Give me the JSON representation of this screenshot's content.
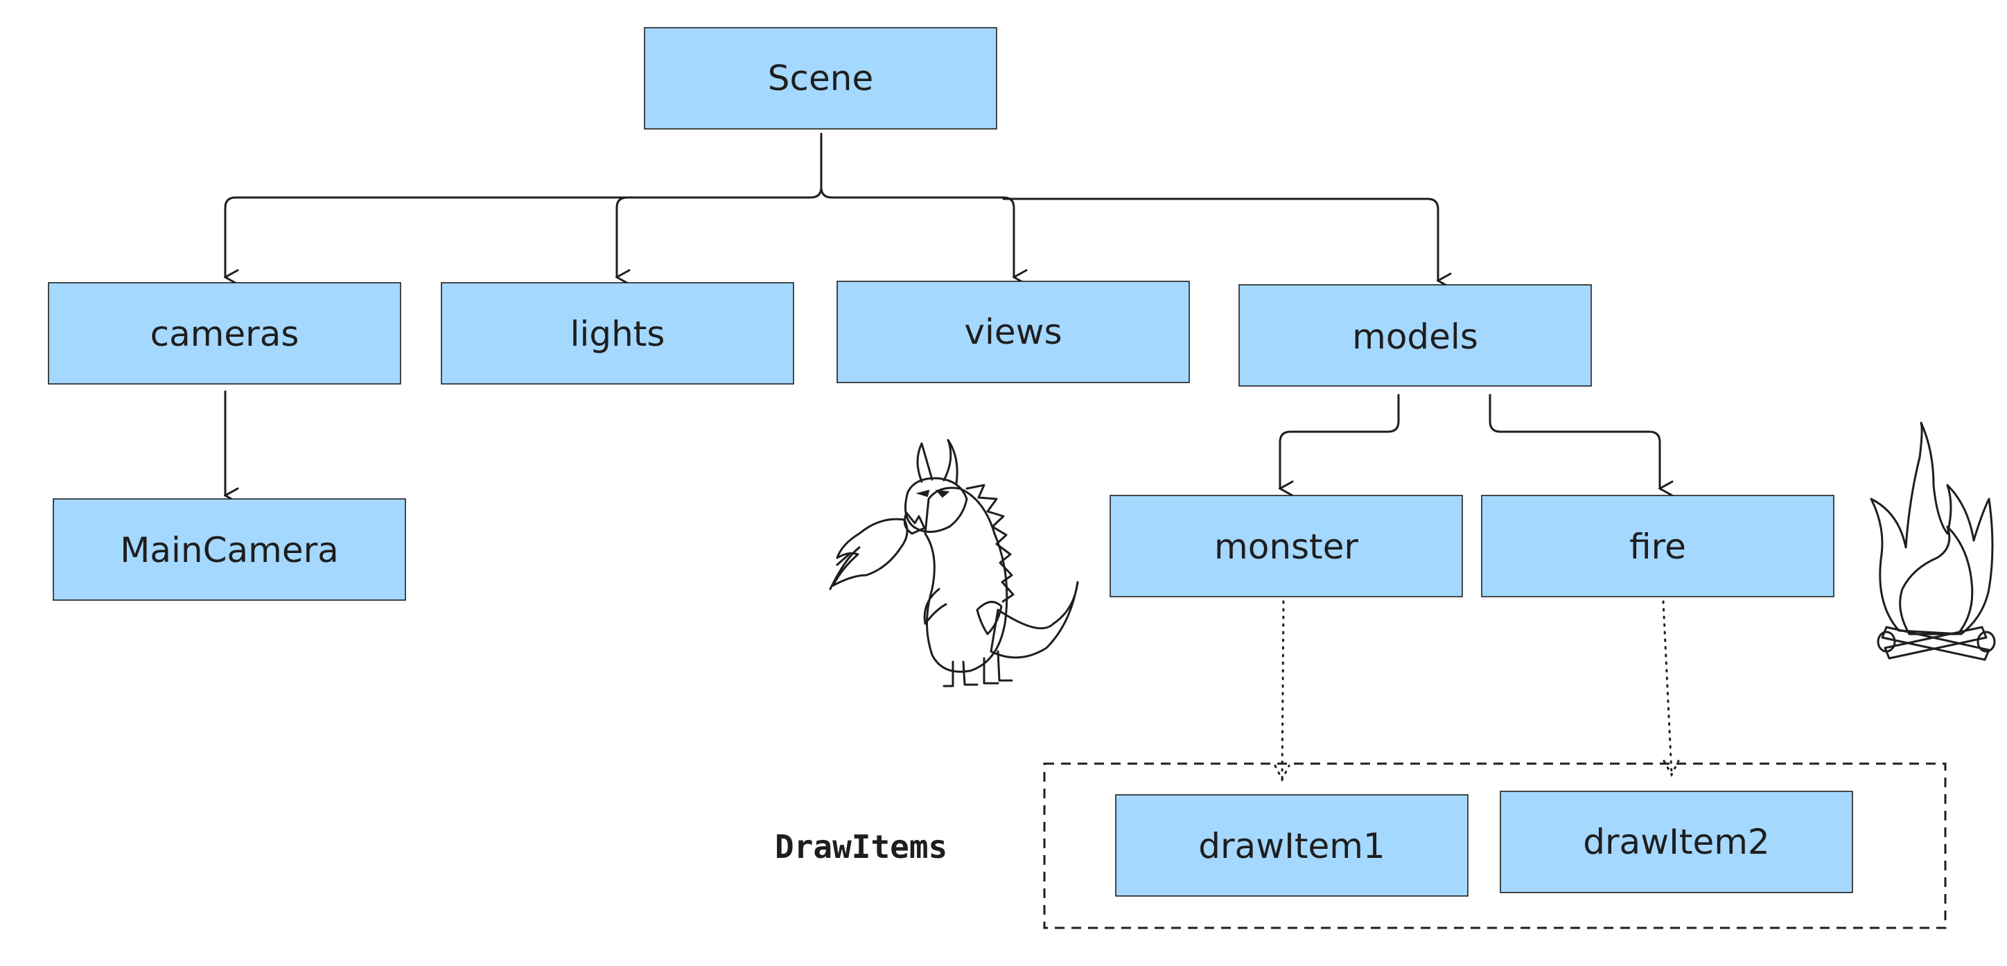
{
  "nodes": {
    "scene": "Scene",
    "cameras": "cameras",
    "lights": "lights",
    "views": "views",
    "models": "models",
    "main_camera": "MainCamera",
    "monster": "monster",
    "fire": "fire",
    "draw_item_1": "drawItem1",
    "draw_item_2": "drawItem2"
  },
  "group": {
    "label": "DrawItems"
  },
  "illustrations": [
    "dragon-illustration",
    "campfire-illustration"
  ],
  "colors": {
    "node_fill": "#a5d8ff",
    "stroke": "#1e1e1e",
    "dragon_body": "#b2f2bb",
    "flame": "#ffa8a8",
    "fire_outer": "#ffec99",
    "log": "#a0522d"
  }
}
